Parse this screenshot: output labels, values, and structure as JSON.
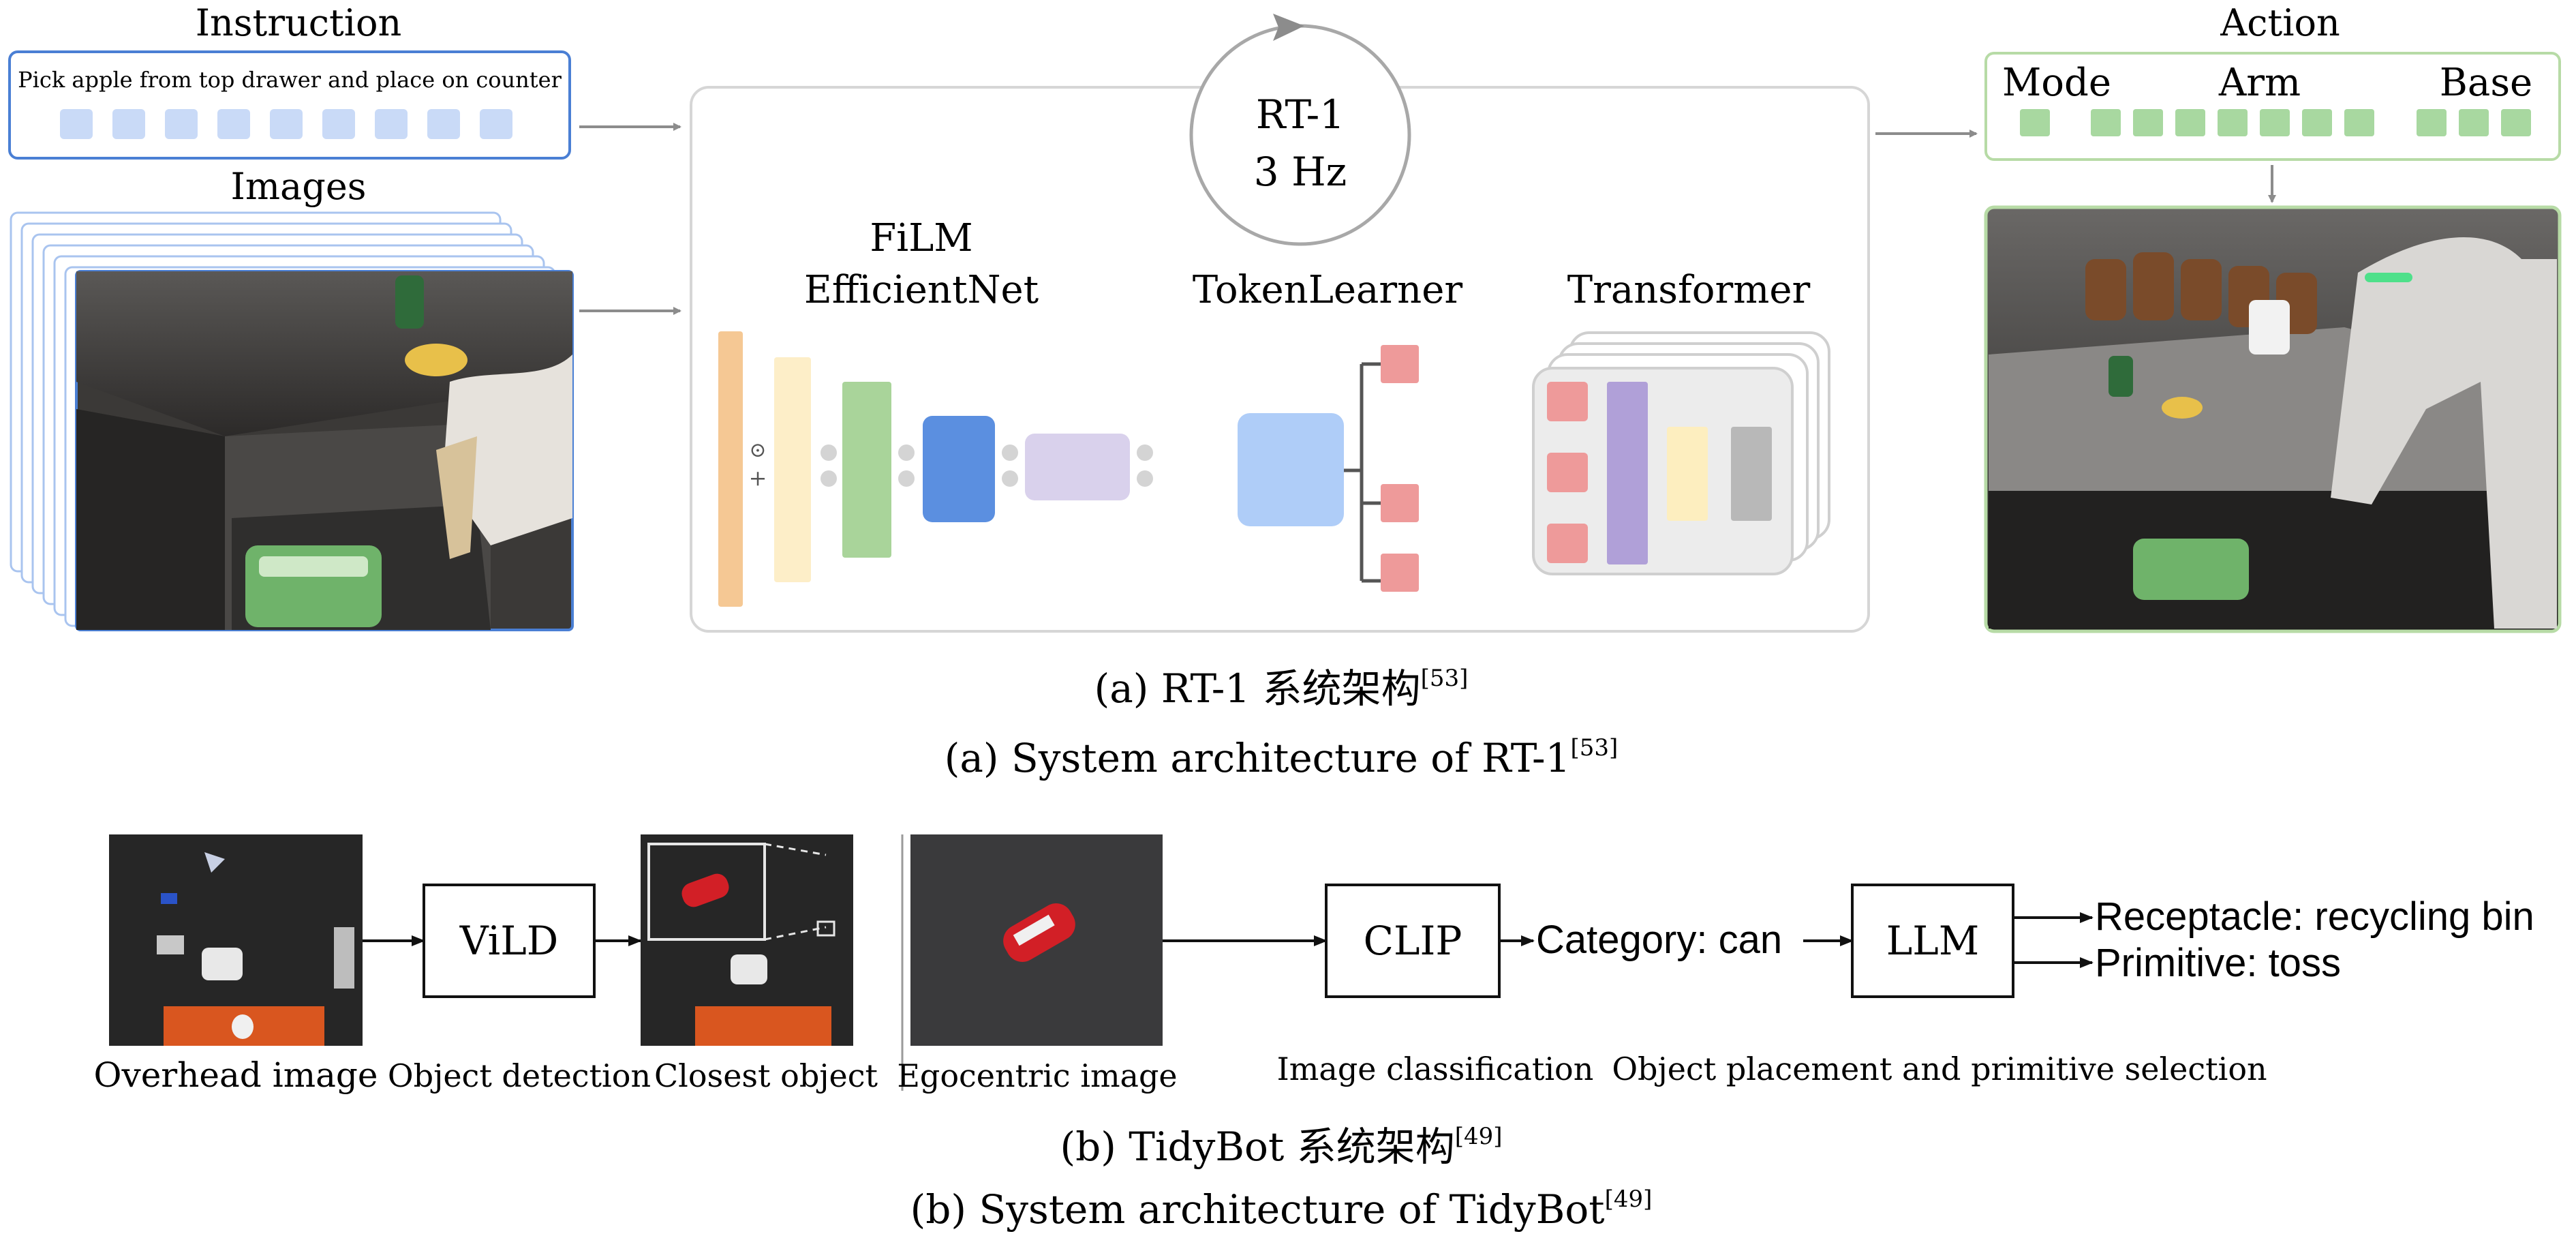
{
  "panel_a": {
    "instruction_label": "Instruction",
    "instruction_text": "Pick apple from top drawer and place on counter",
    "images_label": "Images",
    "rt1_name": "RT-1",
    "rt1_rate": "3 Hz",
    "film_line1": "FiLM",
    "film_line2": "EfficientNet",
    "tokenlearner_label": "TokenLearner",
    "transformer_label": "Transformer",
    "action_label": "Action",
    "action_mode": "Mode",
    "action_arm": "Arm",
    "action_base": "Base",
    "caption_cn": "(a) RT-1 系统架构",
    "caption_cn_ref": "[53]",
    "caption_en": "(a) System architecture of RT-1",
    "caption_en_ref": "[53]"
  },
  "panel_b": {
    "overhead_label": "Overhead image",
    "vild_label": "ViLD",
    "detection_label": "Object detection",
    "closest_label": "Closest object",
    "ego_label": "Egocentric image",
    "clip_label": "CLIP",
    "classification_label": "Image classification",
    "category_text": "Category: can",
    "llm_label": "LLM",
    "placement_label": "Object placement and primitive selection",
    "receptacle_text": "Receptacle: recycling bin",
    "primitive_text": "Primitive: toss",
    "caption_cn": "(b) TidyBot 系统架构",
    "caption_cn_ref": "[49]",
    "caption_en": "(b) System architecture of TidyBot",
    "caption_en_ref": "[49]"
  },
  "colors": {
    "instruction_border": "#4a7fd4",
    "token_blue": "#c9daf7",
    "action_border": "#b7dba6",
    "action_token": "#a8d8a0",
    "frame_gray": "#d6d6d6",
    "arrow_gray": "#8c8c8c",
    "orange": "#f5c894",
    "cream": "#fdeec8",
    "green": "#a9d49a",
    "blue_dark": "#5b8fe0",
    "lavender": "#d9d1ec",
    "blue_light": "#afcdf8",
    "pink": "#ee9a9a",
    "purple": "#b0a0d8",
    "yellow": "#fdeebf",
    "gray": "#b8b8b8"
  }
}
